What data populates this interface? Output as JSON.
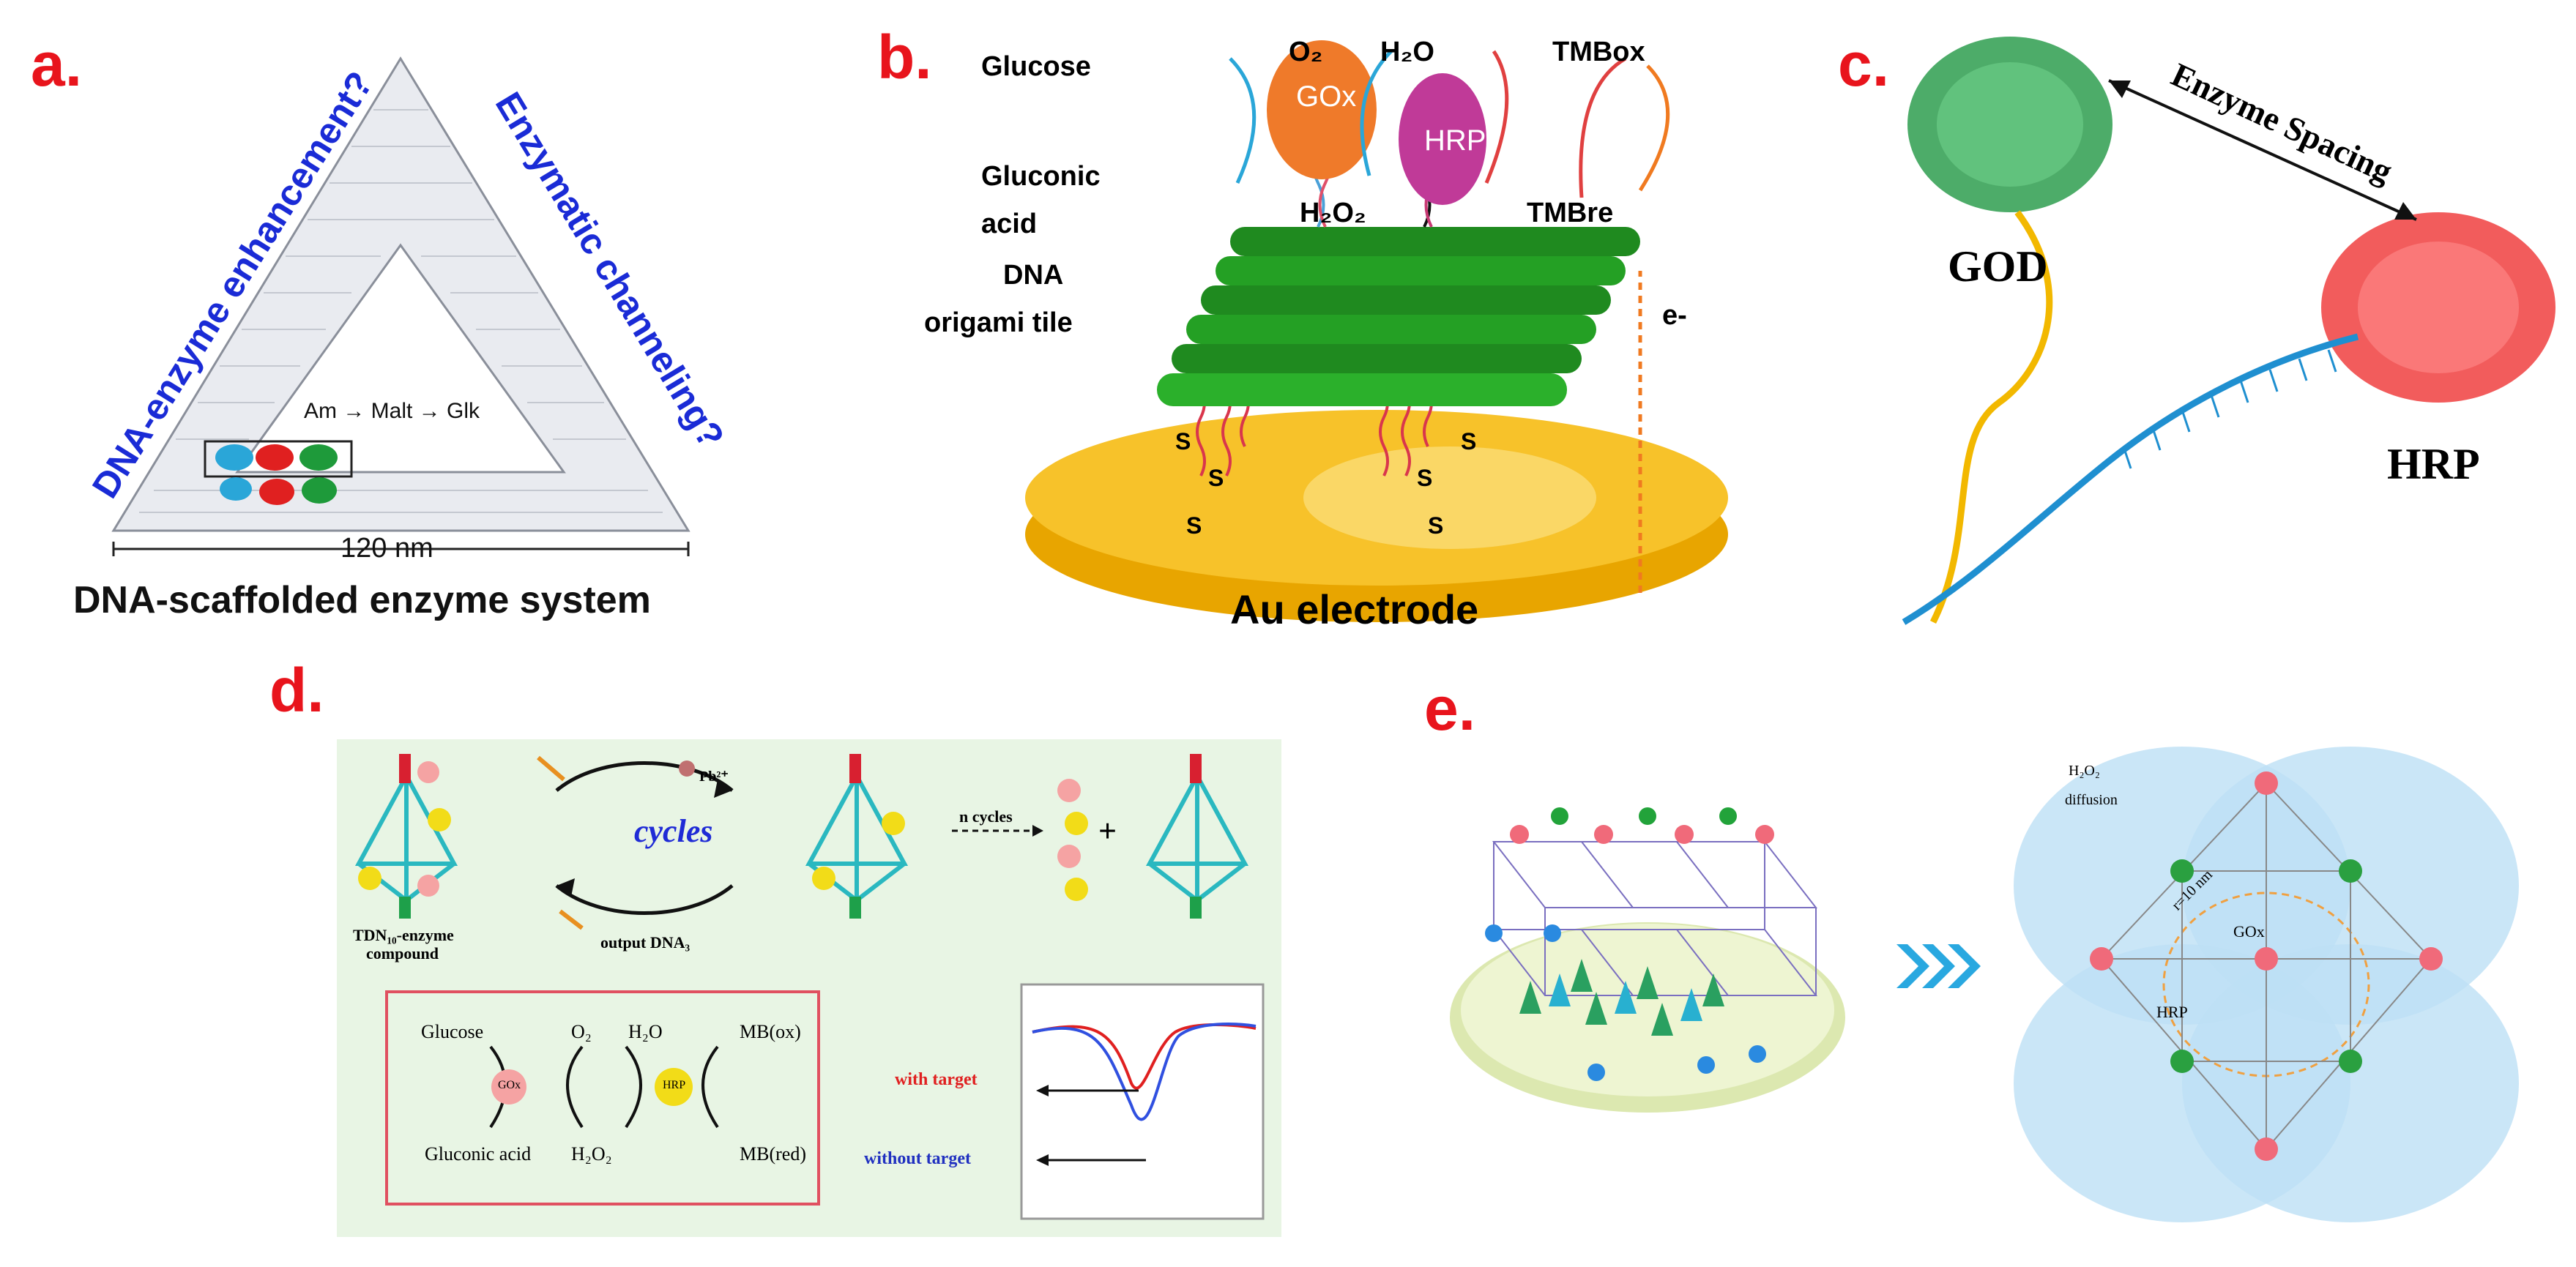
{
  "panels": {
    "a": {
      "letter": "a.",
      "left_question": "DNA-enzyme enhancement?",
      "right_question": "Enzymatic channeling?",
      "cascade": "Am → Malt → Glk",
      "scale": "120 nm",
      "caption": "DNA-scaffolded enzyme system",
      "colors": {
        "question": "#1a2bd6",
        "enzyme1": "#2aa6d8",
        "enzyme2": "#e02020",
        "enzyme3": "#1e9a3a"
      }
    },
    "b": {
      "letter": "b.",
      "glucose": "Glucose",
      "gluconic": "Gluconic",
      "acid": "acid",
      "gox": "GOx",
      "o2": "O₂",
      "h2o": "H₂O",
      "h2o2": "H₂O₂",
      "hrp": "HRP",
      "tmb_ox": "TMBox",
      "tmb_re": "TMBre",
      "dna": "DNA",
      "origami": "origami tile",
      "electron": "e-",
      "electrode": "Au electrode",
      "thiol": "S"
    },
    "c": {
      "letter": "c.",
      "spacing": "Enzyme Spacing",
      "god": "GOD",
      "hrp": "HRP"
    },
    "d": {
      "letter": "d.",
      "cycles": "cycles",
      "pb": "Pb²⁺",
      "n_cycles": "n cycles",
      "plus": "+",
      "compound": "TDN₁₀-enzyme",
      "compound2": "compound",
      "output": "output DNA₃",
      "glucose": "Glucose",
      "gluconic": "Gluconic acid",
      "o2": "O₂",
      "h2o2": "H₂O₂",
      "h2o": "H₂O",
      "gox": "GOx",
      "hrp": "HRP",
      "mb_ox": "MB(ox)",
      "mb_red": "MB(red)",
      "with_target": "with target",
      "without_target": "without target"
    },
    "e": {
      "letter": "e.",
      "diffusion1": "H₂O₂",
      "diffusion2": "diffusion",
      "gox": "GOx",
      "hrp": "HRP",
      "distance": "r=10 nm"
    }
  }
}
